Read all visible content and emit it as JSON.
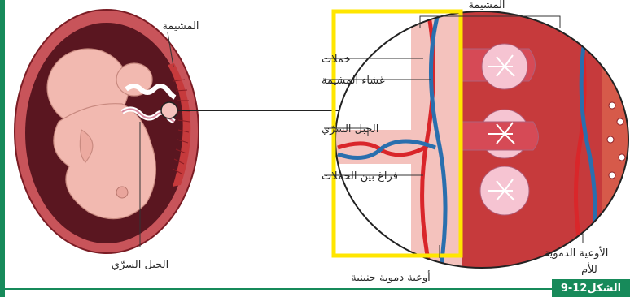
{
  "labels": {
    "placenta_top": "المشيمة",
    "placenta_left": "المشيمة",
    "villi": "خملات",
    "placental_membrane": "غشاء المشيمة",
    "umbilical_cord_right": "الحبل السرّي",
    "intervillous_space": "فراغ بين الخملات",
    "umbilical_cord_bottom": "الحبل السرّي",
    "fetal_vessels": "أوعية دموية جنينية",
    "maternal_vessels_line1": "الأوعية الدموية",
    "maternal_vessels_line2": "للأم"
  },
  "figure_tag": {
    "prefix": "الشكل",
    "number": "9-12"
  },
  "colors": {
    "uterus_wall": "#b5313a",
    "amniotic_cavity": "#5a1620",
    "fetus": "#f2b9b0",
    "maternal_tissue": "#c63a3c",
    "fetal_pink": "#f4c2bd",
    "artery": "#d9262a",
    "vein": "#2a6fae",
    "highlight": "#ffe600",
    "tag_green": "#178a5a"
  }
}
